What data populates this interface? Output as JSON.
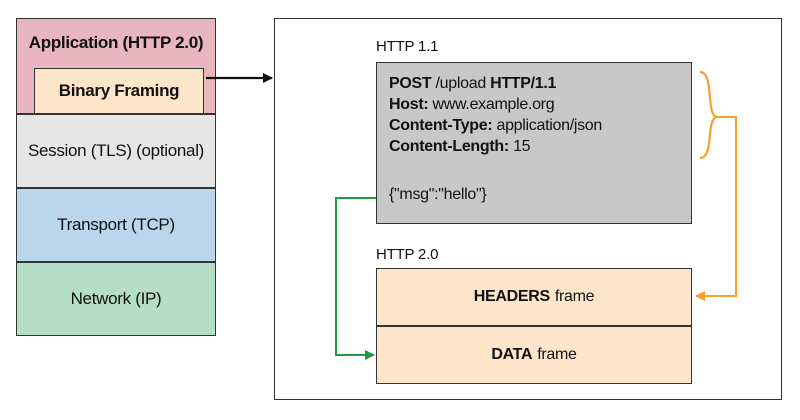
{
  "stack": {
    "application": "Application (HTTP 2.0)",
    "framing": "Binary Framing",
    "session": "Session (TLS) (optional)",
    "transport": "Transport (TCP)",
    "network": "Network (IP)"
  },
  "http11": {
    "label": "HTTP 1.1",
    "request": {
      "method": "POST",
      "path": " /upload ",
      "version": "HTTP/1.1"
    },
    "headers": [
      {
        "name": "Host:",
        "value": " www.example.org"
      },
      {
        "name": "Content-Type:",
        "value": " application/json"
      },
      {
        "name": "Content-Length:",
        "value": " 15"
      }
    ],
    "body": "{\"msg\":\"hello\"}"
  },
  "http20": {
    "label": "HTTP 2.0",
    "headers_frame": {
      "name": "HEADERS",
      "suffix": "frame"
    },
    "data_frame": {
      "name": "DATA",
      "suffix": "frame"
    }
  },
  "colors": {
    "application": "#e7b6c0",
    "framing": "#fce5c9",
    "session": "#e6e6e6",
    "transport": "#b9d6ea",
    "network": "#b6ddc6",
    "message": "#c8c8c8",
    "headers_arrow": "#f5a12a",
    "data_arrow": "#1f9a3c"
  }
}
